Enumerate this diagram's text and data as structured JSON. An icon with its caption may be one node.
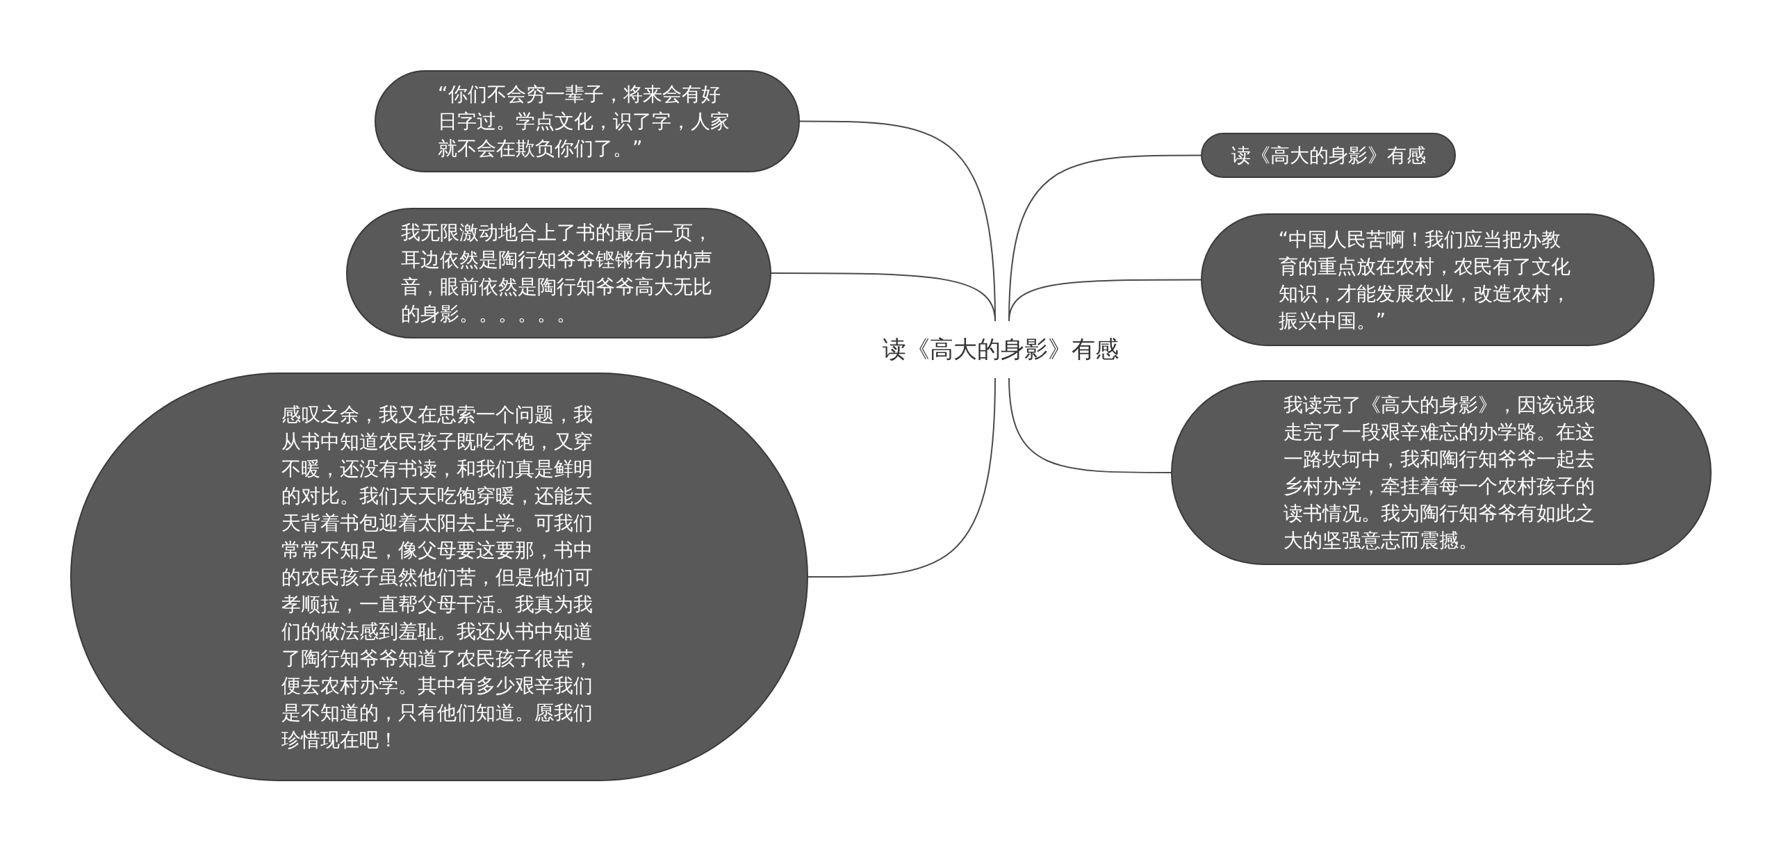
{
  "diagram": {
    "nodes": [
      {
        "text": [
          "读《高大的身影》有感"
        ]
      },
      {
        "text": [
          "“你们不会穷一辈子，将来会有好日字过。学点文化，识了字，人家就不会在欺负你们了。”"
        ]
      },
      {
        "text": [
          "我无限激动地合上了书的最后一页，耳边依然是陶行知爷爷铿锵有力的声音，眼前依然是陶行知爷爷高大无比的身影。。。。。。"
        ]
      },
      {
        "text": [
          "感叹之余，我又在思索一个问题，我从书中知道农民孩子既吃不饱，又穿不暖，还没有书读，和我们真是鲜明的对比。我们天天吃饱穿暖，还能天天背着书包迎着太阳去上学。可我们常常不知足，像父母要这要那，书中的农民孩子虽然他们苦，但是他们可孝顺拉，一直帮父母干活。我真为我们的做法感到羞耻。我还从书中知道了陶行知爷爷知道了农民孩子很苦，便去农村办学。其中有多少艰辛我们是不知道的，只有他们知道。愿我们珍惜现在吧！"
        ]
      },
      {
        "text": [
          "读《高大的身影》有感"
        ]
      },
      {
        "text": [
          "“中国人民苦啊！我们应当把办教育的重点放在农村，农民有了文化知识，才能发展农业，改造农村，振兴中国。”"
        ]
      },
      {
        "text": [
          "我读完了《高大的身影》，因该说我走完了一段艰辛难忘的办学路。在这一路坎坷中，我和陶行知爷爷一起去乡村办学，牵挂着每一个农村孩子的读书情况。我为陶行知爷爷有如此之大的坚强意志而震撼。"
        ]
      }
    ],
    "edges": [
      {
        "from": 0,
        "to": 1,
        "arrow": "none"
      },
      {
        "from": 0,
        "to": 2,
        "arrow": "none"
      },
      {
        "from": 0,
        "to": 3,
        "arrow": "none"
      },
      {
        "from": 0,
        "to": 4,
        "arrow": "none"
      },
      {
        "from": 0,
        "to": 5,
        "arrow": "none"
      },
      {
        "from": 0,
        "to": 6,
        "arrow": "none"
      }
    ]
  }
}
